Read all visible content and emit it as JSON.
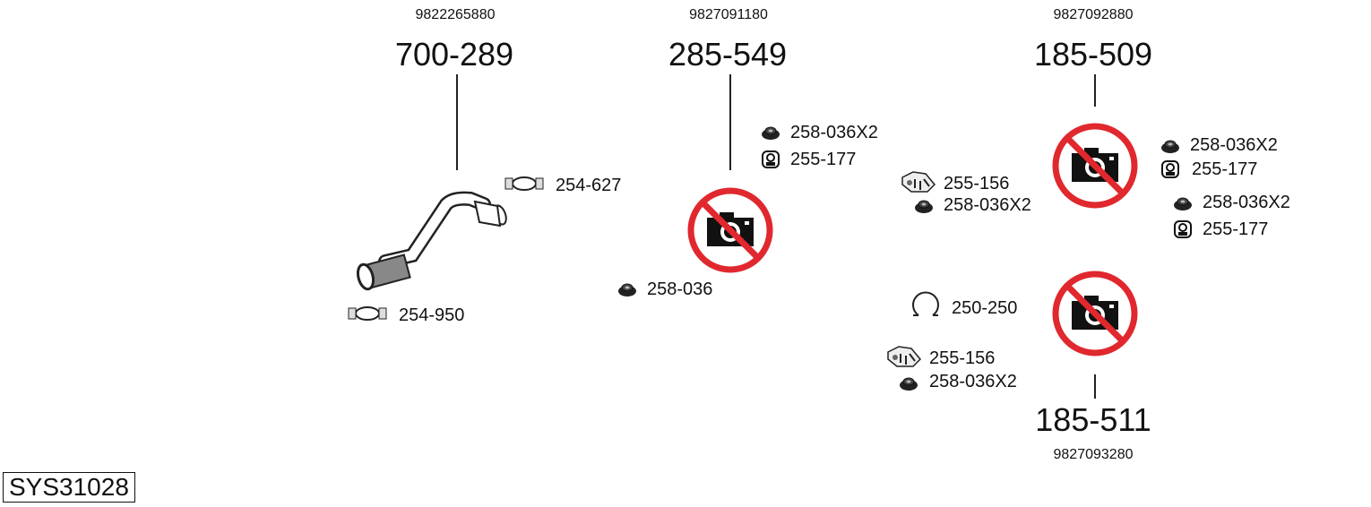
{
  "system_id": "SYS31028",
  "groups": [
    {
      "oe_number": "9822265880",
      "part_code": "700-289",
      "image": "pipe-drawing",
      "accessories": [
        {
          "icon": "clamp-icon",
          "label": "254-627"
        },
        {
          "icon": "clamp-icon",
          "label": "254-950"
        }
      ]
    },
    {
      "oe_number": "9827091180",
      "part_code": "285-549",
      "image": "no-photo-icon",
      "accessories": [
        {
          "icon": "nut-icon",
          "label": "258-036X2"
        },
        {
          "icon": "hanger-icon",
          "label": "255-177"
        },
        {
          "icon": "nut-icon",
          "label": "258-036"
        }
      ]
    },
    {
      "oe_number": "9827092880",
      "part_code": "185-509",
      "image": "no-photo-icon",
      "accessories": [
        {
          "icon": "bracket-icon",
          "label": "255-156"
        },
        {
          "icon": "nut-icon",
          "label": "258-036X2"
        },
        {
          "icon": "nut-icon",
          "label": "258-036X2"
        },
        {
          "icon": "hanger-icon",
          "label": "255-177"
        },
        {
          "icon": "nut-icon",
          "label": "258-036X2"
        },
        {
          "icon": "hanger-icon",
          "label": "255-177"
        }
      ]
    },
    {
      "oe_number": "9827093280",
      "part_code": "185-511",
      "image": "no-photo-icon",
      "accessories": [
        {
          "icon": "ring-clamp-icon",
          "label": "250-250"
        },
        {
          "icon": "bracket-icon",
          "label": "255-156"
        },
        {
          "icon": "nut-icon",
          "label": "258-036X2"
        }
      ]
    }
  ],
  "colors": {
    "no_photo_red": "#e0282e",
    "line": "#222222"
  }
}
